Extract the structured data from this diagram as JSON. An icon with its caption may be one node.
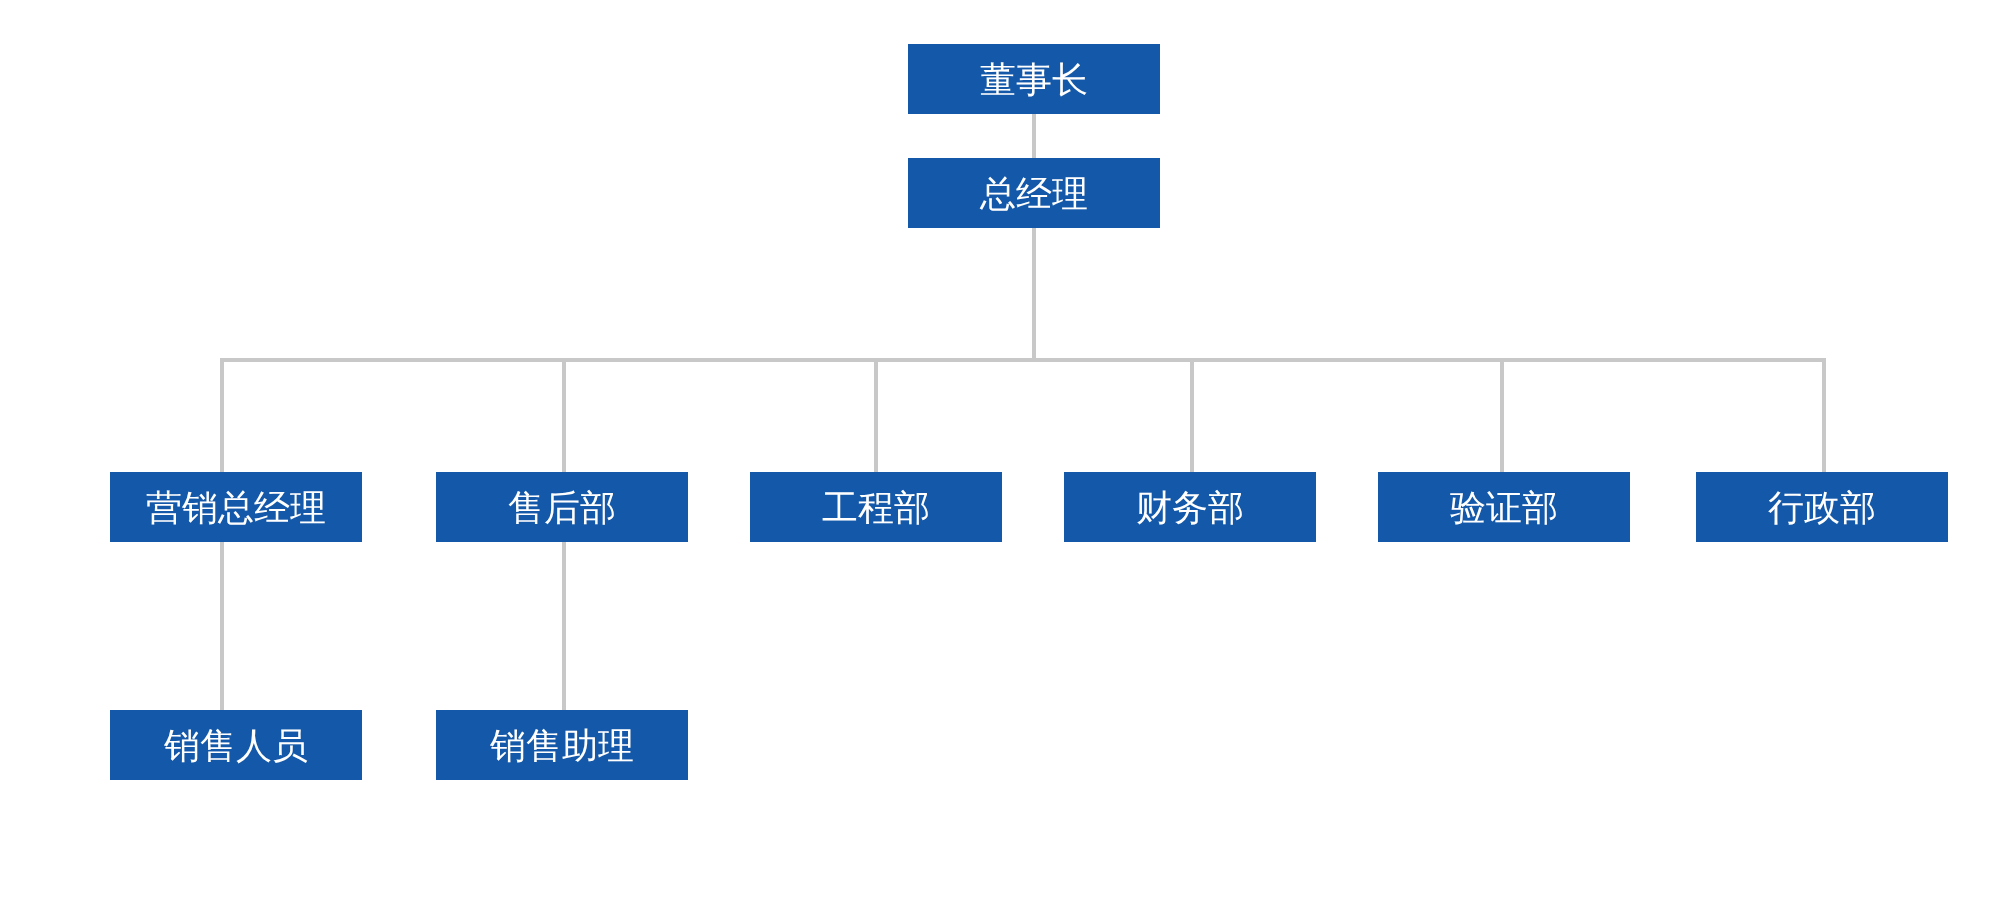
{
  "diagram": {
    "nodes": [
      {
        "text": [
          "董事长"
        ]
      },
      {
        "text": [
          "总经理"
        ]
      },
      {
        "text": [
          "营销总经理"
        ]
      },
      {
        "text": [
          "售后部"
        ]
      },
      {
        "text": [
          "工程部"
        ]
      },
      {
        "text": [
          "财务部"
        ]
      },
      {
        "text": [
          "验证部"
        ]
      },
      {
        "text": [
          "行政部"
        ]
      },
      {
        "text": [
          "销售人员"
        ]
      },
      {
        "text": [
          "销售助理"
        ]
      }
    ],
    "edges": [
      {
        "from": 0,
        "to": 1,
        "arrow": "none"
      },
      {
        "from": 1,
        "to": 2,
        "arrow": "none"
      },
      {
        "from": 1,
        "to": 3,
        "arrow": "none"
      },
      {
        "from": 1,
        "to": 4,
        "arrow": "none"
      },
      {
        "from": 1,
        "to": 5,
        "arrow": "none"
      },
      {
        "from": 1,
        "to": 6,
        "arrow": "none"
      },
      {
        "from": 1,
        "to": 7,
        "arrow": "none"
      },
      {
        "from": 2,
        "to": 8,
        "arrow": "none"
      },
      {
        "from": 3,
        "to": 9,
        "arrow": "none"
      }
    ]
  }
}
